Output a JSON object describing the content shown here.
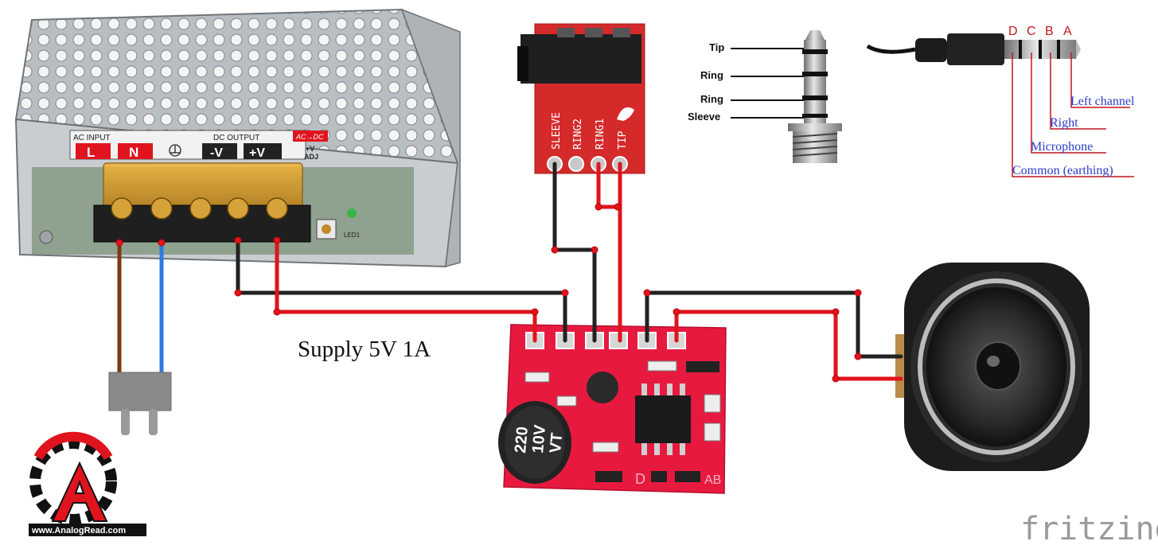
{
  "psu": {
    "ac_input_label": "AC INPUT",
    "dc_output_label": "DC OUTPUT",
    "ac_dc_badge": "AC→DC",
    "terminal_L": "L",
    "terminal_N": "N",
    "terminal_neg": "-V",
    "terminal_pos": "+V",
    "adj_label_1": "+V",
    "adj_label_2": "ADJ",
    "led_label": "LED1"
  },
  "supply_label": "Supply 5V 1A",
  "jack_breakout": {
    "pins": [
      "SLEEVE",
      "RING2",
      "RING1",
      "TIP"
    ]
  },
  "trrs_plug": {
    "labels": [
      "Tip",
      "Ring",
      "Ring",
      "Sleeve"
    ]
  },
  "pinout": {
    "letters": [
      "D",
      "C",
      "B",
      "A"
    ],
    "descriptions": [
      "Left channel",
      "Right",
      "Microphone",
      "Common (earthing)"
    ]
  },
  "amplifier": {
    "capacitor_text": [
      "220",
      "10V",
      "VT"
    ],
    "board_text": "D",
    "board_text2": "AB"
  },
  "logo": {
    "caption": "www.AnalogRead.com"
  },
  "watermark": "fritzing",
  "colors": {
    "wire_black": "#222222",
    "wire_red": "#e0141e",
    "wire_brown": "#7a3a10",
    "wire_blue": "#2a7ae0",
    "pcb_red": "#e8193f",
    "breakout_red": "#d42a2a",
    "label_red": "#c0161c",
    "label_blue": "#2d3ec8",
    "fritzing_grey": "#9a9a9a"
  }
}
